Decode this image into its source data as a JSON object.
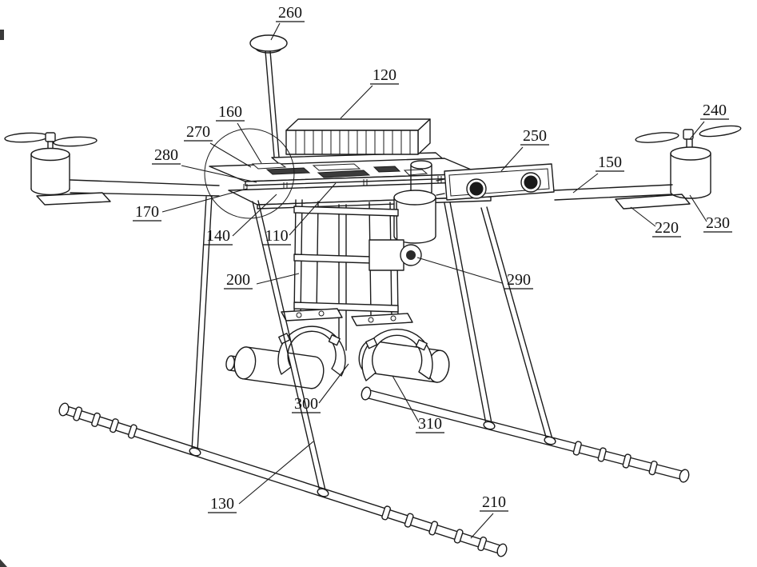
{
  "figure": {
    "kind": "patent-style line drawing",
    "subject": "quadrotor UAV with top antenna, battery box, stereo camera, equipment column, dual-claw gripper holding cylinders, landing legs and segmented skids",
    "background_color": "#ffffff",
    "ink_color": "#1b1b1b",
    "lens_color": "#1a1a1a"
  },
  "labels": [
    {
      "text": "260",
      "part": "gps-antenna"
    },
    {
      "text": "120",
      "part": "battery-box"
    },
    {
      "text": "240",
      "part": "right-propeller"
    },
    {
      "text": "250",
      "part": "stereo-camera"
    },
    {
      "text": "150",
      "part": "right-arm"
    },
    {
      "text": "160",
      "part": "upper-frame-plate"
    },
    {
      "text": "270",
      "part": "flight-controller"
    },
    {
      "text": "280",
      "part": "frame-mount"
    },
    {
      "text": "170",
      "part": "frame-standoff"
    },
    {
      "text": "140",
      "part": "lower-frame-plate"
    },
    {
      "text": "110",
      "part": "center-mounting-plate"
    },
    {
      "text": "220",
      "part": "arm-end-mount"
    },
    {
      "text": "230",
      "part": "right-motor"
    },
    {
      "text": "200",
      "part": "equipment-column"
    },
    {
      "text": "290",
      "part": "side-actuator"
    },
    {
      "text": "300",
      "part": "gripper-claw-left"
    },
    {
      "text": "310",
      "part": "gripper-claw-right"
    },
    {
      "text": "130",
      "part": "front-landing-leg"
    },
    {
      "text": "210",
      "part": "landing-skid"
    }
  ]
}
